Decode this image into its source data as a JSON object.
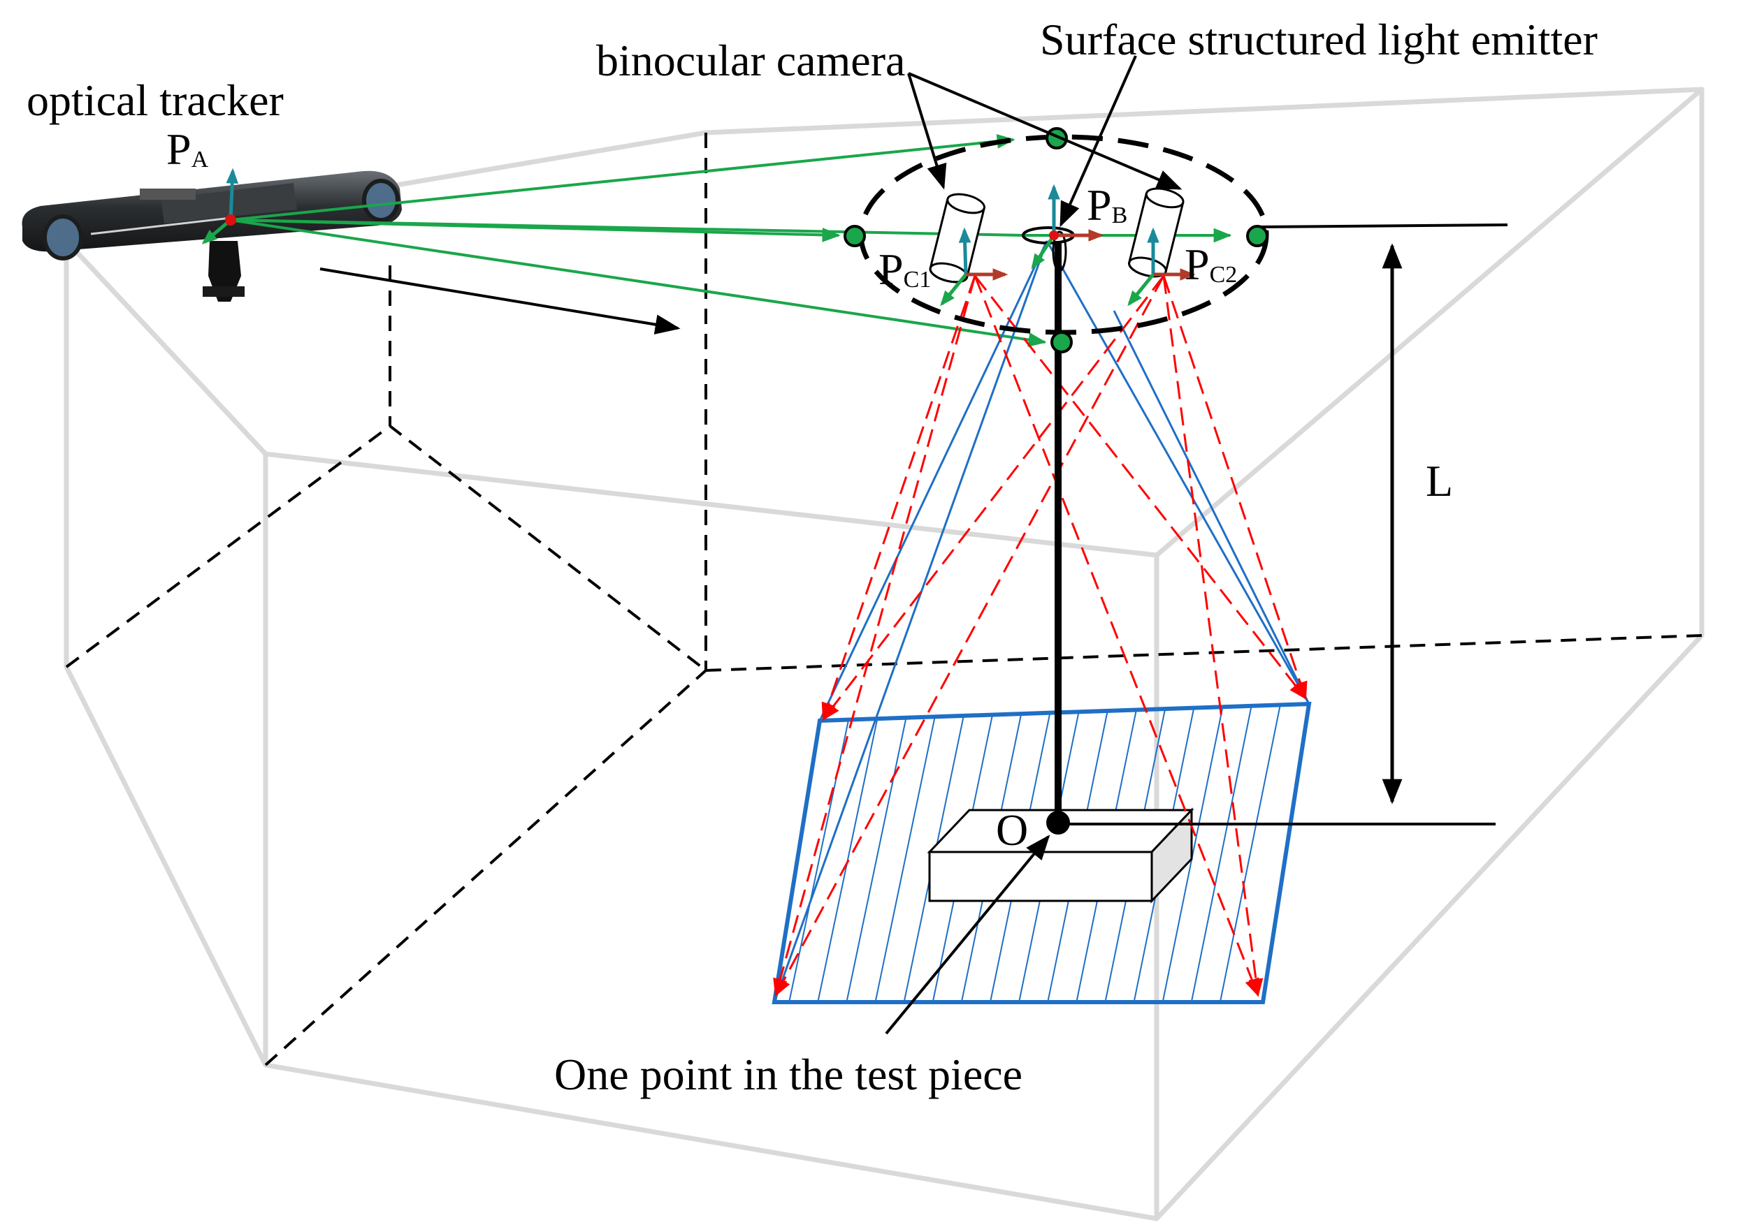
{
  "labels": {
    "optical_tracker": "optical tracker",
    "binocular_camera": "binocular camera",
    "emitter": "Surface structured light emitter",
    "test_piece_point": "One point in the test piece",
    "distance": "L",
    "origin": "O"
  },
  "frames": {
    "tracker": {
      "main": "P",
      "sub": "A"
    },
    "emitter": {
      "main": "P",
      "sub": "B"
    },
    "camera1": {
      "main": "P",
      "sub": "C1"
    },
    "camera2": {
      "main": "P",
      "sub": "C2"
    }
  },
  "colors": {
    "room_edges": "#d9d9d9",
    "tracking_rays": "#1aa64a",
    "projection_edges": "#1f6fc6",
    "camera_rays": "#ff0000",
    "axis_up": "#1a8a9a",
    "axis_x": "#b23a2a",
    "axis_y": "#1aa64a"
  },
  "icons": {
    "tracker": "optical-tracker-device-icon",
    "camera": "camera-cylinder-icon",
    "marker": "tracking-marker-dot-icon"
  }
}
